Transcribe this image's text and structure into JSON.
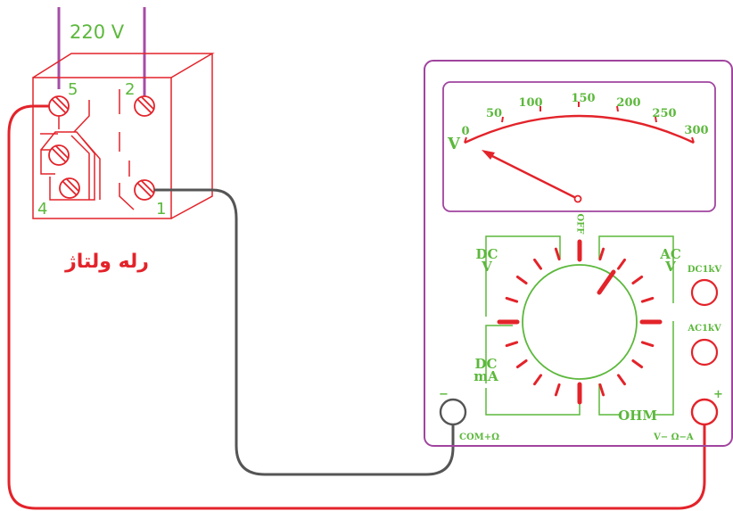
{
  "supply": {
    "voltage_label": "220  V"
  },
  "relay": {
    "title": "رله ولتاژ",
    "terminals": [
      "5",
      "2",
      "4",
      "1"
    ]
  },
  "multimeter": {
    "scale": {
      "unit": "V",
      "ticks": [
        "0",
        "50",
        "100",
        "150",
        "200",
        "250",
        "300"
      ]
    },
    "dial": {
      "off_label": "OFF",
      "dcv_label_line1": "DC",
      "dcv_label_line2": "V",
      "acv_label_line1": "AC",
      "acv_label_line2": "V",
      "dcma_label_line1": "DC",
      "dcma_label_line2": "mA",
      "ohm_label": "OHM"
    },
    "jacks": {
      "dc1kv": "DC1kV",
      "ac1kv": "AC1kV",
      "minus_sign": "−",
      "plus_sign": "+",
      "com_label": "COM+Ω",
      "v_ohm_label": "V−  Ω−A"
    }
  },
  "colors": {
    "relay_red": "#e3232a",
    "supply_purple": "#a64ca6",
    "label_green": "#5cb83c",
    "meter_purple": "#a0449f",
    "lead_gray": "#555555"
  }
}
